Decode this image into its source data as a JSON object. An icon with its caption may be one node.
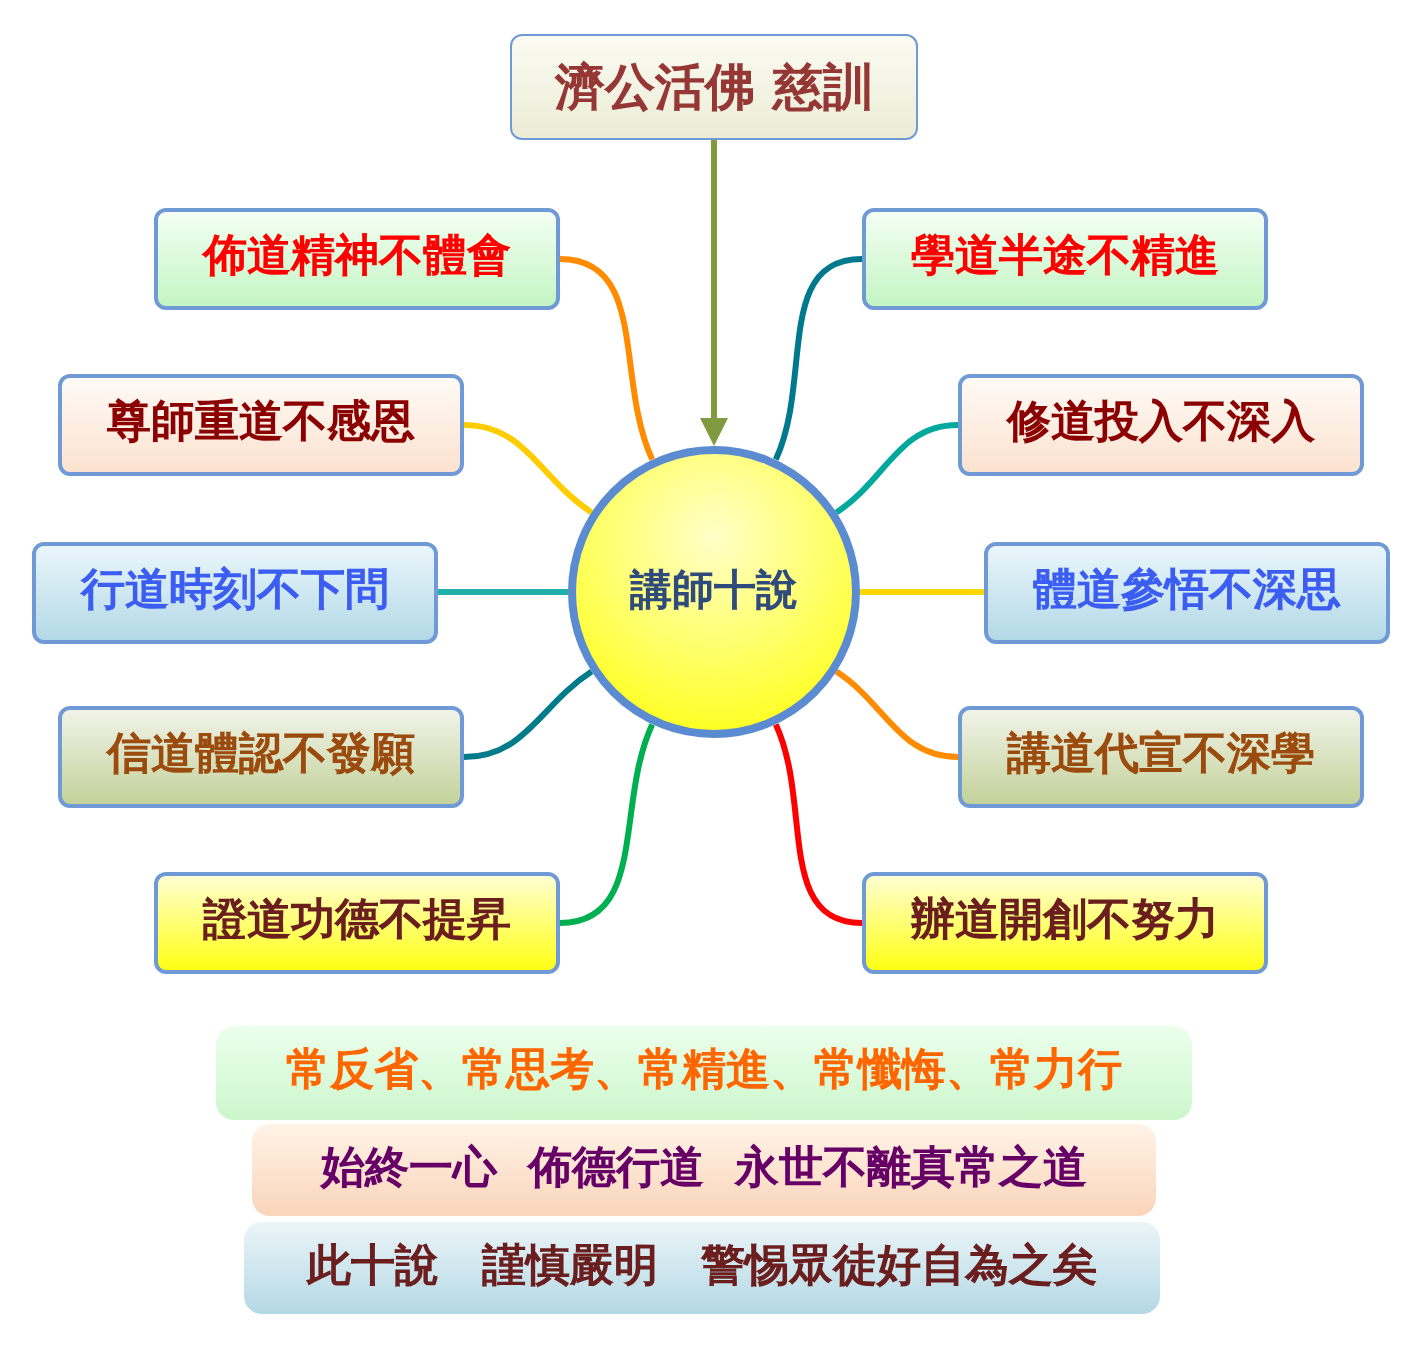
{
  "diagram": {
    "nodes": [
      {
        "text": [
          "濟公活佛 慈訓"
        ]
      },
      {
        "text": [
          "講師十說"
        ]
      },
      {
        "text": [
          "佈道精神不體會"
        ]
      },
      {
        "text": [
          "學道半途不精進"
        ]
      },
      {
        "text": [
          "尊師重道不感恩"
        ]
      },
      {
        "text": [
          "修道投入不深入"
        ]
      },
      {
        "text": [
          "行道時刻不下問"
        ]
      },
      {
        "text": [
          "體道參悟不深思"
        ]
      },
      {
        "text": [
          "信道體認不發願"
        ]
      },
      {
        "text": [
          "講道代宣不深學"
        ]
      },
      {
        "text": [
          "證道功德不提昇"
        ]
      },
      {
        "text": [
          "辦道開創不努力"
        ]
      },
      {
        "text": [
          "常反省、常思考、常精進、常懺悔、常力行"
        ]
      },
      {
        "text": [
          "始終一心 佈德行道 永世不離真常之道"
        ]
      },
      {
        "text": [
          "此十說 謹慎嚴明 警惕眾徒好自為之矣"
        ]
      }
    ],
    "edges": [
      {
        "from": 0,
        "to": 1,
        "arrow": "to",
        "color": "#7f9a3f"
      },
      {
        "from": 1,
        "to": 2,
        "arrow": "none",
        "color": "#ff8c00"
      },
      {
        "from": 1,
        "to": 3,
        "arrow": "none",
        "color": "#00798c"
      },
      {
        "from": 1,
        "to": 4,
        "arrow": "none",
        "color": "#ffcc00"
      },
      {
        "from": 1,
        "to": 5,
        "arrow": "none",
        "color": "#00a99d"
      },
      {
        "from": 1,
        "to": 6,
        "arrow": "none",
        "color": "#20b2aa"
      },
      {
        "from": 1,
        "to": 7,
        "arrow": "none",
        "color": "#ffd700"
      },
      {
        "from": 1,
        "to": 8,
        "arrow": "none",
        "color": "#007b8a"
      },
      {
        "from": 1,
        "to": 9,
        "arrow": "none",
        "color": "#ff8c00"
      },
      {
        "from": 1,
        "to": 10,
        "arrow": "none",
        "color": "#00b050"
      },
      {
        "from": 1,
        "to": 11,
        "arrow": "none",
        "color": "#ff0000"
      }
    ]
  }
}
